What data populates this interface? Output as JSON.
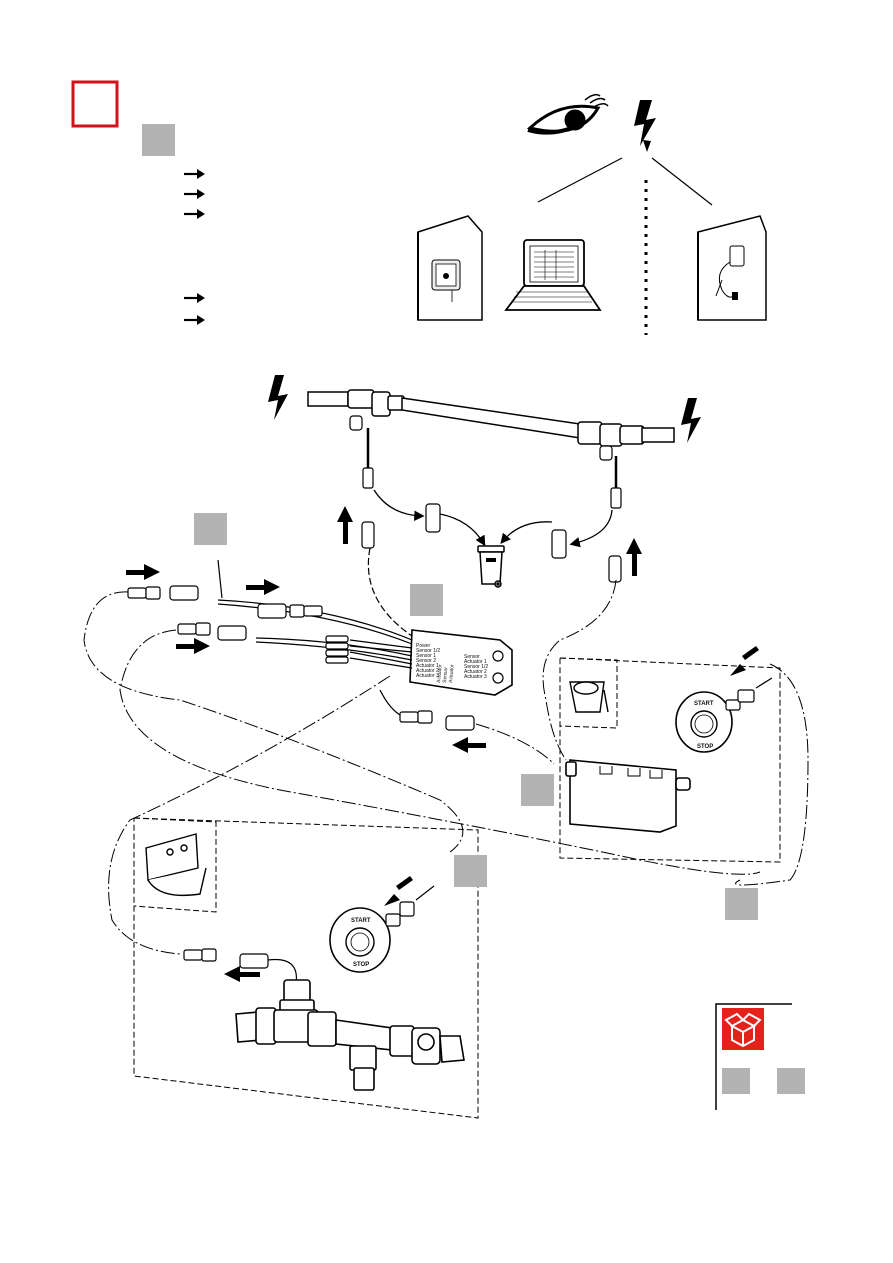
{
  "colors": {
    "step_box_border": "#d0121b",
    "grey_marker": "#b3b3b3",
    "package_icon_bg": "#e3231b",
    "line": "#000000"
  },
  "icons": [
    "eye-icon",
    "lightning-icon",
    "laptop-icon",
    "manual-booklet-icon",
    "power-adapter-booklet-icon",
    "waste-bin-icon",
    "package-box-icon"
  ],
  "control_box": {
    "left_labels": [
      "Power",
      "Sensor 1/2",
      "Sensor 1",
      "Sensor 2",
      "Actuator 1",
      "Actuator 2",
      "Actuator 3"
    ],
    "mid_labels": [
      "Actuator",
      "Sensor",
      "Actuator"
    ],
    "right_labels": [
      "Sensor",
      "Actuator 1",
      "Sensor 1/2",
      "Actuator 2",
      "Actuator 3"
    ]
  },
  "push_button": {
    "top_text": "START",
    "bottom_text": "STOP"
  }
}
